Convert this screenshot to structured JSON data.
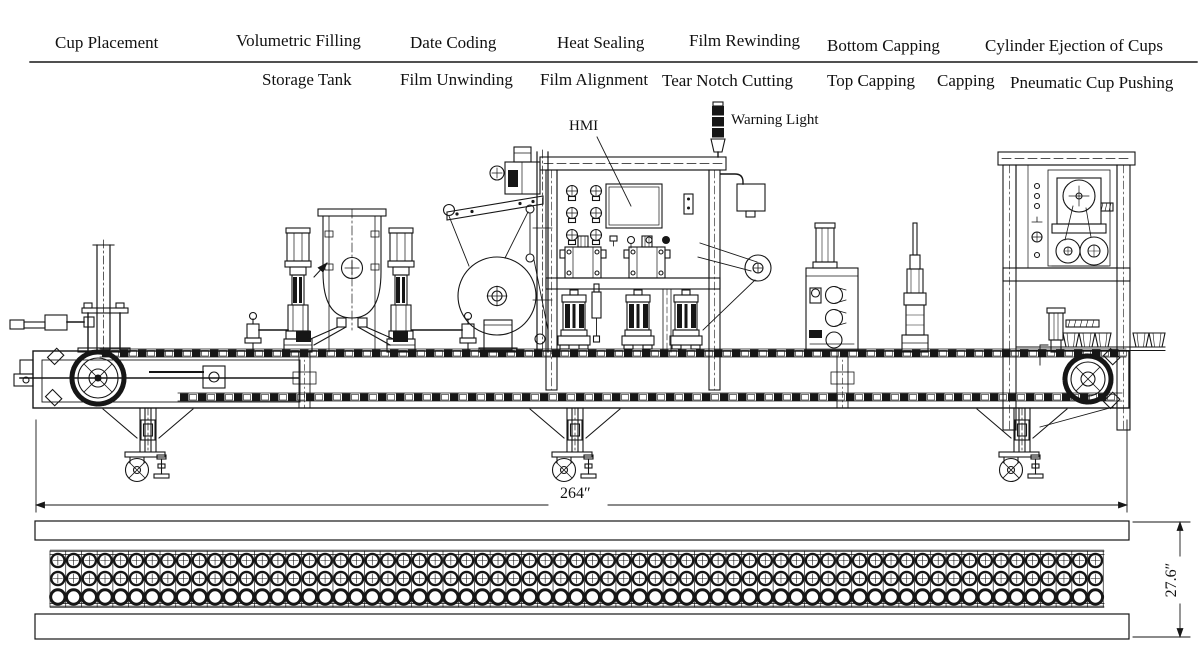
{
  "stations": {
    "row1": [
      {
        "label": "Cup Placement"
      },
      {
        "label": "Volumetric Filling"
      },
      {
        "label": "Date Coding"
      },
      {
        "label": "Heat Sealing"
      },
      {
        "label": "Film Rewinding"
      },
      {
        "label": "Bottom Capping"
      },
      {
        "label": "Cylinder Ejection of Cups"
      }
    ],
    "row2": [
      {
        "label": "Storage Tank"
      },
      {
        "label": "Film Unwinding"
      },
      {
        "label": "Film Alignment"
      },
      {
        "label": "Tear Notch Cutting"
      },
      {
        "label": "Top Capping"
      },
      {
        "label": "Capping"
      },
      {
        "label": "Pneumatic Cup Pushing"
      }
    ]
  },
  "callouts": {
    "hmi": "HMI",
    "warning_light": "Warning Light"
  },
  "dimensions": {
    "overall_length": "264″",
    "overall_width": "27.6″"
  },
  "colors": {
    "ink": "#161616",
    "background": "#ffffff"
  }
}
